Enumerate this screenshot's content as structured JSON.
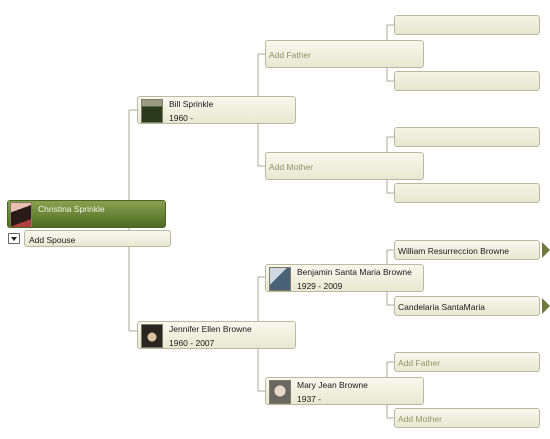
{
  "primary": {
    "name": "Christina Sprinkle",
    "spouse_label": "Add Spouse"
  },
  "father": {
    "name": "Bill Sprinkle",
    "dates": "1960 -"
  },
  "mother": {
    "name": "Jennifer Ellen Browne",
    "dates": "1960 - 2007"
  },
  "paternal": {
    "add_father": "Add Father",
    "add_mother": "Add Mother"
  },
  "maternal_grandfather": {
    "name": "Benjamin Santa Maria Browne",
    "dates": "1929 - 2009"
  },
  "maternal_grandmother": {
    "name": "Mary Jean Browne",
    "dates": "1937 -"
  },
  "great_grandparents": {
    "benjamin_father": "William Resurreccion Browne",
    "benjamin_mother": "Candelaria SantaMaria",
    "mary_add_father": "Add Father",
    "mary_add_mother": "Add Mother"
  },
  "icons": {
    "dropdown": "chevron-down-icon",
    "expand": "play-right-icon"
  },
  "colors": {
    "primary_card": "#5f7a2e",
    "card_bg": "#eeeedc",
    "card_border": "#b9b9a2",
    "add_text": "#8b9663",
    "connector": "#aaaa94"
  }
}
